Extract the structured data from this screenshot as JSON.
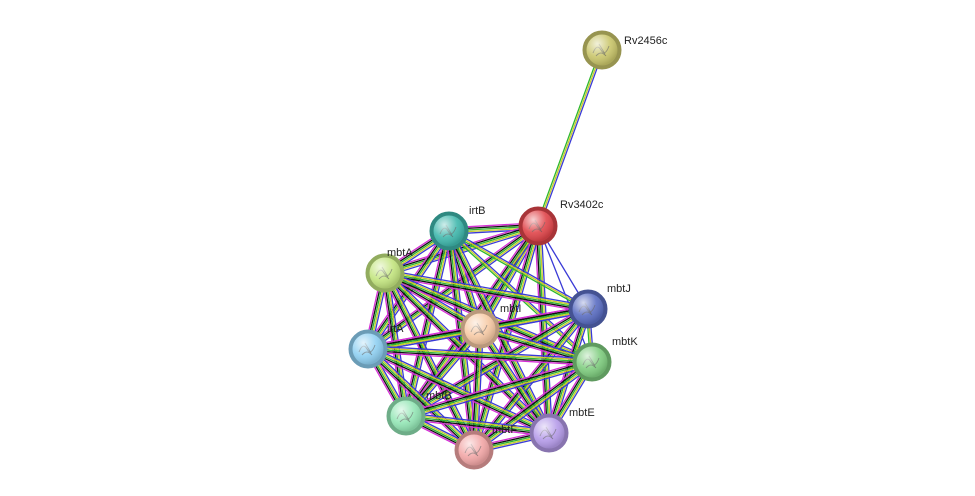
{
  "network": {
    "nodes": [
      {
        "id": "rv2456c",
        "label": "Rv2456c",
        "color": "#c9c56a"
      },
      {
        "id": "rv3402c",
        "label": "Rv3402c",
        "color": "#e0454a"
      },
      {
        "id": "irtB",
        "label": "irtB",
        "color": "#3fb7ac"
      },
      {
        "id": "mbtA",
        "label": "mbtA",
        "color": "#c3e57f"
      },
      {
        "id": "mbtJ",
        "label": "mbtJ",
        "color": "#5a6dc2"
      },
      {
        "id": "mbtI",
        "label": "mbtI",
        "color": "#f7caa5"
      },
      {
        "id": "irtA",
        "label": "irtA",
        "color": "#8fd0f2"
      },
      {
        "id": "mbtK",
        "label": "mbtK",
        "color": "#7fcd7f"
      },
      {
        "id": "mbtB",
        "label": "mbtB",
        "color": "#93e6b5"
      },
      {
        "id": "mbtE",
        "label": "mbtE",
        "color": "#b59be9"
      },
      {
        "id": "mbtF",
        "label": "mbtF",
        "color": "#f2a6a6"
      }
    ],
    "edge_colors": [
      "#3a3ad6",
      "#c8cc2a",
      "#2db82d",
      "#111111",
      "#d62fd6",
      "#e0403a",
      "#3ab4e0",
      "#3a3ad6"
    ]
  }
}
